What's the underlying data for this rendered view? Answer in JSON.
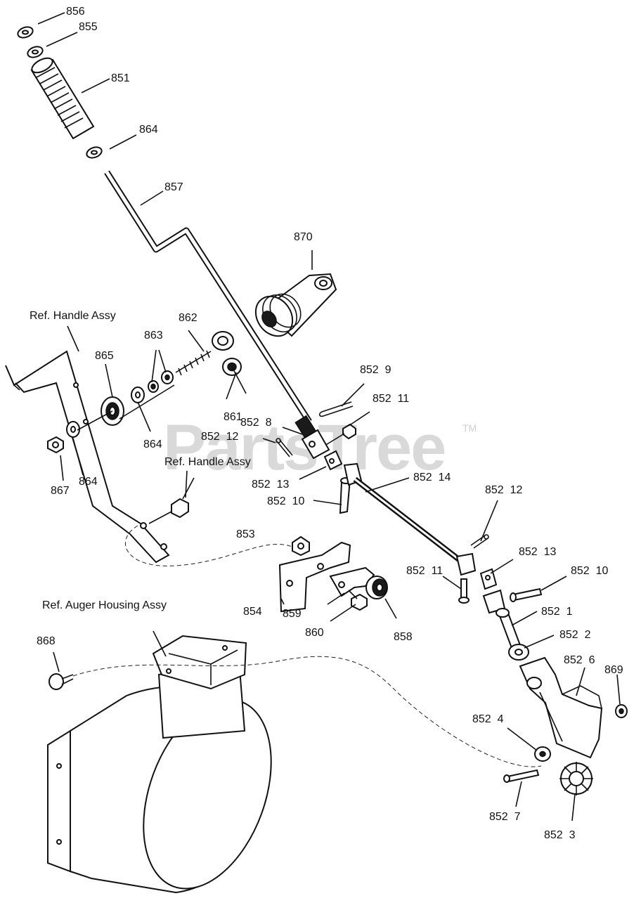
{
  "watermark": {
    "text": "PartsTree",
    "tm": "TM"
  },
  "references": {
    "handle_assy_1": "Ref. Handle Assy",
    "handle_assy_2": "Ref. Handle Assy",
    "auger_housing": "Ref. Auger Housing Assy"
  },
  "callouts": [
    "856",
    "855",
    "851",
    "864",
    "857",
    "870",
    "862",
    "863",
    "865",
    "861",
    "864",
    "852  9",
    "852  11",
    "852  8",
    "852  12",
    "867",
    "864",
    "852  13",
    "852  14",
    "852  10",
    "852  12",
    "853",
    "852  13",
    "852  11",
    "852  10",
    "854",
    "859",
    "852  1",
    "860",
    "858",
    "852  2",
    "852  6",
    "869",
    "868",
    "852  4",
    "852  7",
    "852  3"
  ]
}
